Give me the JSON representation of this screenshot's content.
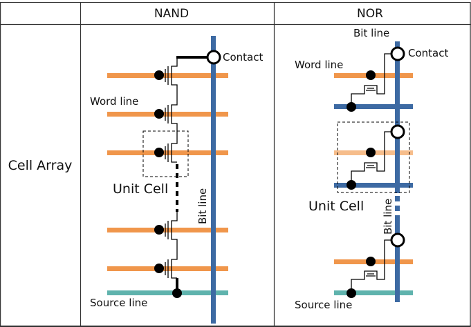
{
  "table": {
    "headers": [
      "NAND",
      "NOR"
    ],
    "row_label": "Cell Array"
  },
  "nand": {
    "contact": "Contact",
    "word_line": "Word line",
    "unit_cell": "Unit Cell",
    "bit_line": "Bit line",
    "source_line": "Source line"
  },
  "nor": {
    "bit_line_top": "Bit line",
    "contact": "Contact",
    "word_line": "Word line",
    "unit_cell": "Unit Cell",
    "bit_line": "Bit line",
    "source_line": "Source line"
  },
  "colors": {
    "word_line": "#f0964b",
    "word_line_light": "#f6bd8b",
    "bit_line": "#3d6aa3",
    "source_line": "#5fb3ad",
    "grid": "#333333"
  }
}
